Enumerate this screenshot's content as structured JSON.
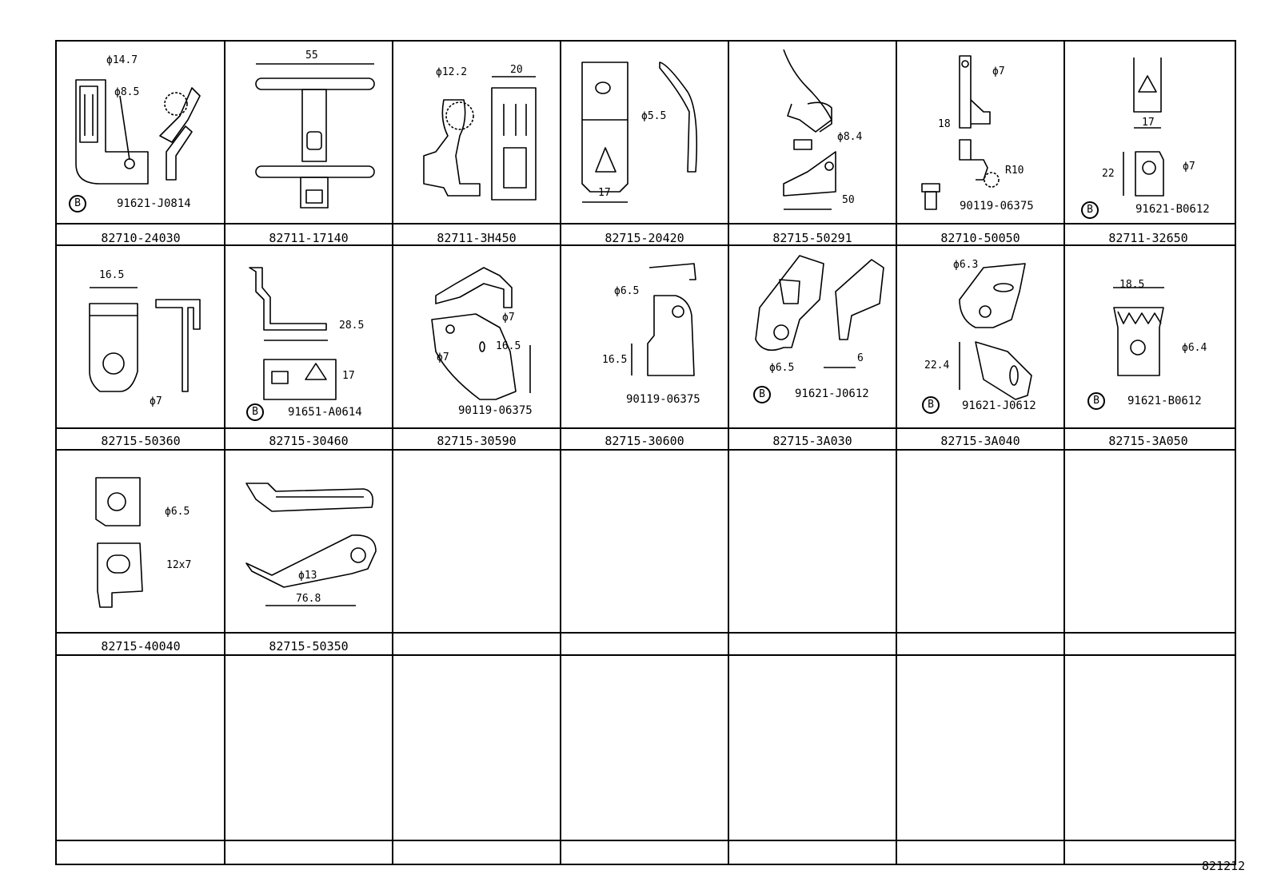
{
  "diagram_code": "821212",
  "parts": {
    "r1": [
      "82710-24030",
      "82711-17140",
      "82711-3H450",
      "82715-20420",
      "82715-50291",
      "82710-50050",
      "82711-32650"
    ],
    "r2": [
      "82715-50360",
      "82715-30460",
      "82715-30590",
      "82715-30600",
      "82715-3A030",
      "82715-3A040",
      "82715-3A050"
    ],
    "r3": [
      "82715-40040",
      "82715-50350"
    ]
  },
  "callouts": {
    "b_marker": "B",
    "c1": "91621-J0814",
    "c6": "90119-06375",
    "c7": "91621-B0612",
    "c9": "91651-A0614",
    "c10": "90119-06375",
    "c11": "90119-06375",
    "c12": "91621-J0612",
    "c13": "91621-J0612",
    "c14": "91621-B0612"
  },
  "dimensions": {
    "c1": [
      "ϕ14.7",
      "ϕ8.5"
    ],
    "c2": [
      "55"
    ],
    "c3": [
      "ϕ12.2",
      "20"
    ],
    "c4": [
      "ϕ5.5",
      "17"
    ],
    "c5": [
      "ϕ8.4",
      "50"
    ],
    "c6": [
      "ϕ7",
      "18",
      "R10"
    ],
    "c7": [
      "17",
      "22",
      "ϕ7"
    ],
    "c8": [
      "16.5",
      "ϕ7"
    ],
    "c9": [
      "28.5",
      "17"
    ],
    "c10": [
      "ϕ7",
      "ϕ7",
      "16.5"
    ],
    "c11": [
      "ϕ6.5",
      "16.5"
    ],
    "c12": [
      "ϕ6.5",
      "6"
    ],
    "c13": [
      "ϕ6.3",
      "22.4"
    ],
    "c14": [
      "18.5",
      "ϕ6.4"
    ],
    "c15": [
      "ϕ6.5",
      "12x7"
    ],
    "c16": [
      "ϕ13",
      "76.8"
    ]
  }
}
